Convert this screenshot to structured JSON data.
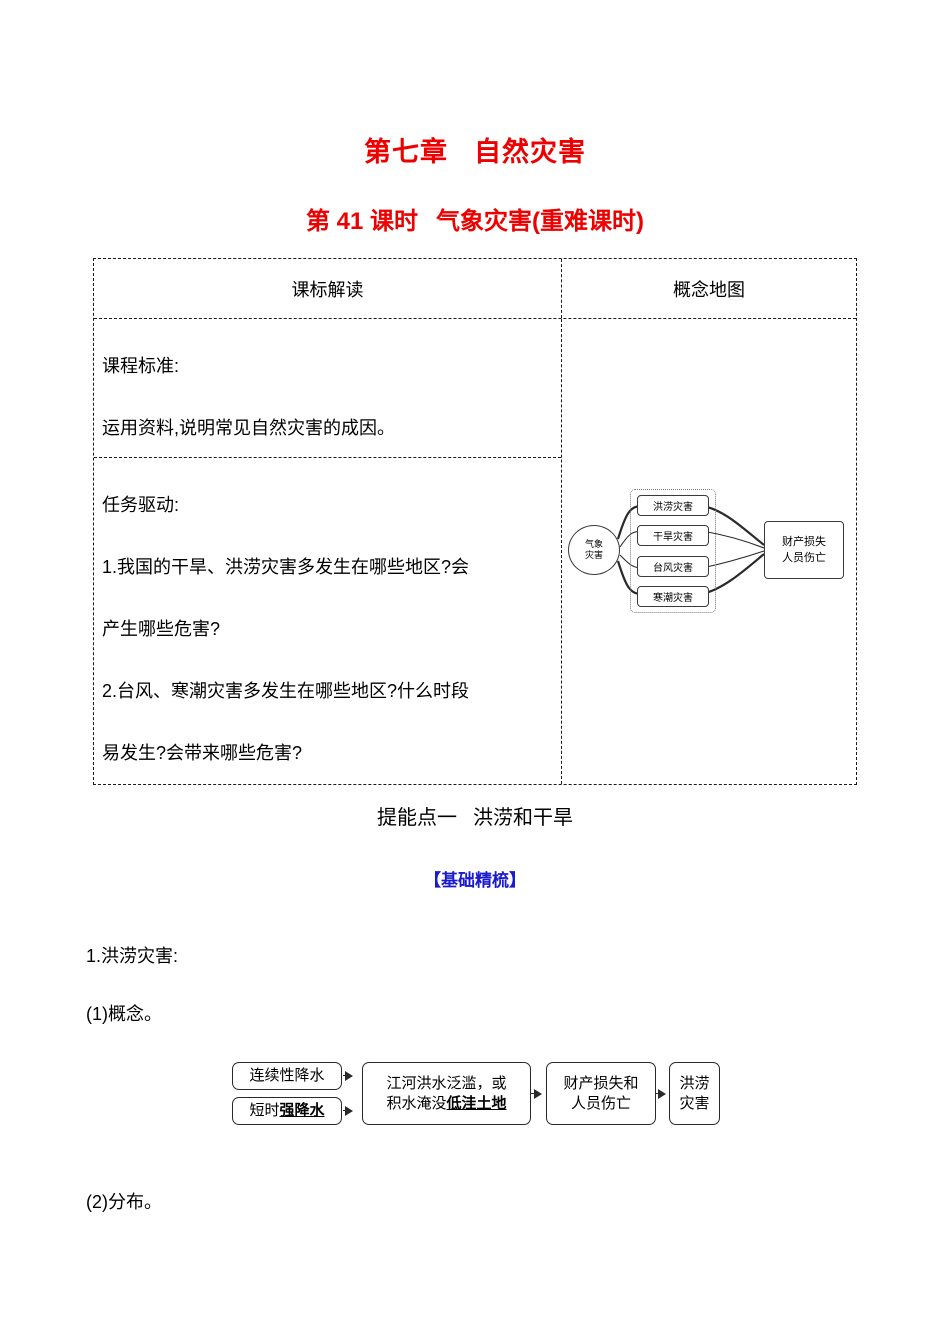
{
  "chapter_title": {
    "prefix": "第七章",
    "name": "自然灾害"
  },
  "lesson_title": {
    "prefix": "第 41 课时",
    "name": "气象灾害(重难课时)"
  },
  "info_table": {
    "headers": {
      "left": "课标解读",
      "right": "概念地图"
    },
    "left_column": {
      "standard_label": "课程标准:",
      "standard_text": "运用资料,说明常见自然灾害的成因。",
      "task_label": "任务驱动:",
      "task_1_line_1": "1.我国的干旱、洪涝灾害多发生在哪些地区?会",
      "task_1_line_2": "产生哪些危害?",
      "task_2_line_1": "2.台风、寒潮灾害多发生在哪些地区?什么时段",
      "task_2_line_2": "易发生?会带来哪些危害?"
    },
    "concept_map": {
      "root_line_1": "气象",
      "root_line_2": "灾害",
      "hazards": [
        "洪涝灾害",
        "干旱灾害",
        "台风灾害",
        "寒潮灾害"
      ],
      "result_line_1": "财产损失",
      "result_line_2": "人员伤亡"
    }
  },
  "section": {
    "heading_prefix": "提能点一",
    "heading_name": "洪涝和干旱",
    "blue_heading": "【基础精梳】"
  },
  "body": {
    "item_1": "1.洪涝灾害:",
    "item_1_sub_1": "(1)概念。",
    "item_1_sub_2": "(2)分布。"
  },
  "flow_diagram": {
    "cause_1": "连续性降水",
    "cause_2_normal": "短时",
    "cause_2_emphasis": "强降水",
    "process_line_1": "江河洪水泛滥，或",
    "process_line_2_normal": "积水淹没",
    "process_line_2_emphasis": "低洼土地",
    "consequence_line_1": "财产损失和",
    "consequence_line_2": "人员伤亡",
    "result_line_1": "洪涝",
    "result_line_2": "灾害"
  },
  "colors": {
    "title_red": "#ee0000",
    "heading_blue": "#1a1ad0",
    "border_dark": "#1a1a1a"
  }
}
